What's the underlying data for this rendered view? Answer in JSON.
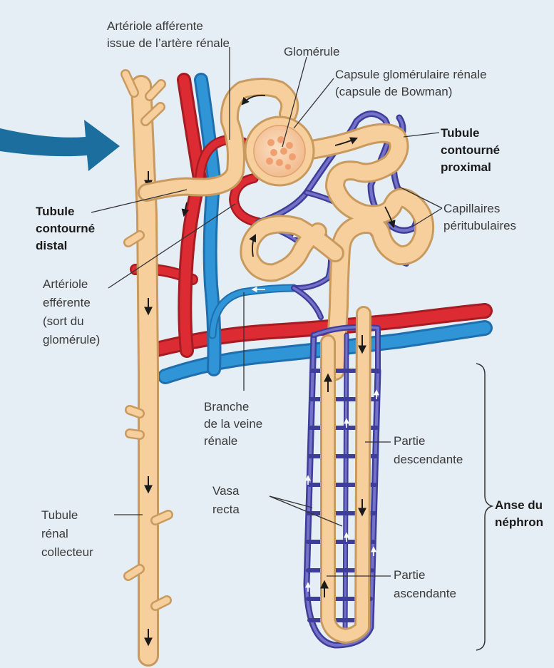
{
  "labels": {
    "afferent_l1": "Artériole afférente",
    "afferent_l2": "issue de l’artère rénale",
    "glomerule": "Glomérule",
    "capsule_l1": "Capsule glomérulaire rénale",
    "capsule_l2": "(capsule de Bowman)",
    "proximal_l1": "Tubule",
    "proximal_l2": "contourné",
    "proximal_l3": "proximal",
    "distal_l1": "Tubule",
    "distal_l2": "contourné",
    "distal_l3": "distal",
    "capillaires_l1": "Capillaires",
    "capillaires_l2": "péritubulaires",
    "efferent_l1": "Artériole",
    "efferent_l2": "efférente",
    "efferent_l3": "(sort du",
    "efferent_l4": "glomérule)",
    "veine_l1": "Branche",
    "veine_l2": "de la veine",
    "veine_l3": "rénale",
    "descendante_l1": "Partie",
    "descendante_l2": "descendante",
    "vasa_l1": "Vasa",
    "vasa_l2": "recta",
    "anse_l1": "Anse du",
    "anse_l2": "néphron",
    "collecteur_l1": "Tubule",
    "collecteur_l2": "rénal",
    "collecteur_l3": "collecteur",
    "ascendante_l1": "Partie",
    "ascendante_l2": "ascendante"
  },
  "colors": {
    "background": "#e6eef5",
    "tubule": "#f6cf9c",
    "tubule_edge": "#c99a5e",
    "artery": "#d7262e",
    "vein": "#2b87c9",
    "capillary": "#4f4db0",
    "pointer_arrow": "#1b6e9e"
  }
}
